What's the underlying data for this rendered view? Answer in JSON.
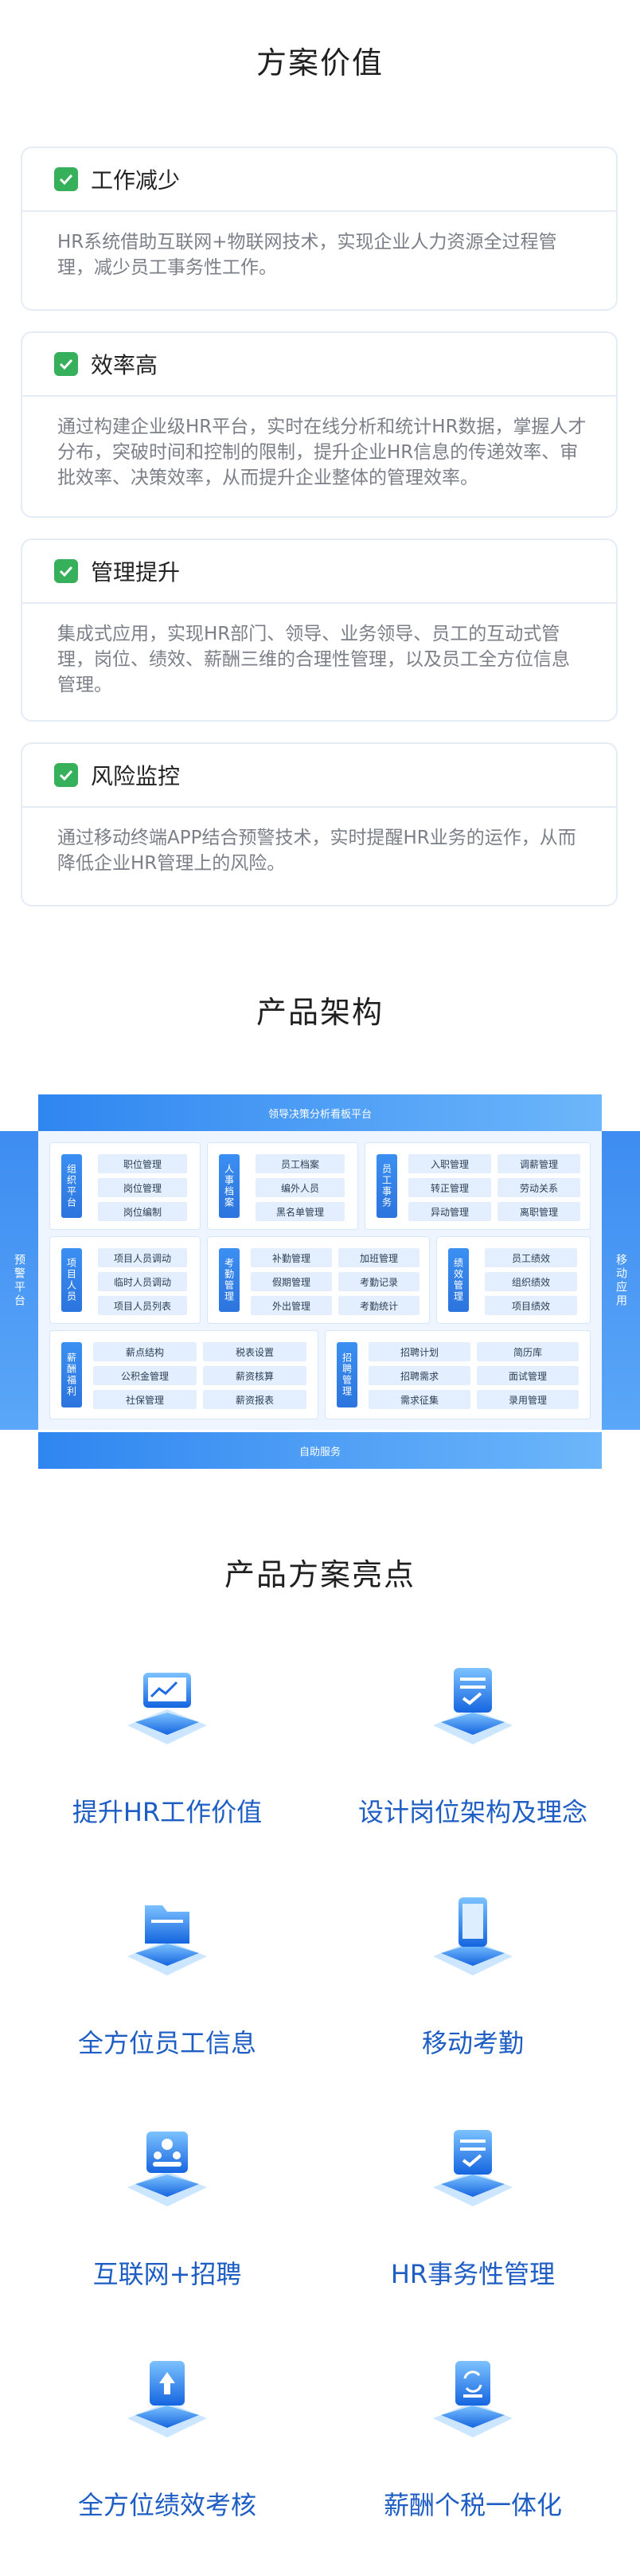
{
  "value_section": {
    "title": "方案价值",
    "cards": [
      {
        "title": "工作减少",
        "text": "HR系统借助互联网+物联网技术，实现企业人力资源全过程管理，减少员工事务性工作。"
      },
      {
        "title": "效率高",
        "text": "通过构建企业级HR平台，实时在线分析和统计HR数据，掌握人才分布，突破时间和控制的限制，提升企业HR信息的传递效率、审批效率、决策效率，从而提升企业整体的管理效率。"
      },
      {
        "title": "管理提升",
        "text": "集成式应用，实现HR部门、领导、业务领导、员工的互动式管理，岗位、绩效、薪酬三维的合理性管理，以及员工全方位信息管理。"
      },
      {
        "title": "风险监控",
        "text": "通过移动终端APP结合预警技术，实时提醒HR业务的运作，从而降低企业HR管理上的风险。"
      }
    ]
  },
  "arch_section": {
    "title": "产品架构",
    "top_bar": "领导决策分析看板平台",
    "bottom_bar": "自助服务",
    "left_side": "预警平台",
    "right_side": "移动应用",
    "groups": [
      {
        "label": "组织平台",
        "items": [
          "职位管理",
          "岗位管理",
          "岗位编制"
        ]
      },
      {
        "label": "人事档案",
        "items": [
          "员工档案",
          "编外人员",
          "黑名单管理"
        ]
      },
      {
        "label": "员工事务",
        "items": [
          "入职管理",
          "调薪管理",
          "转正管理",
          "劳动关系",
          "异动管理",
          "离职管理"
        ]
      },
      {
        "label": "项目人员",
        "items": [
          "项目人员调动",
          "临时人员调动",
          "项目人员列表"
        ]
      },
      {
        "label": "考勤管理",
        "items": [
          "补勤管理",
          "加班管理",
          "假期管理",
          "考勤记录",
          "外出管理",
          "考勤统计"
        ]
      },
      {
        "label": "绩效管理",
        "items": [
          "员工绩效",
          "组织绩效",
          "项目绩效"
        ]
      },
      {
        "label": "薪酬福利",
        "items": [
          "薪点结构",
          "税表设置",
          "公积金管理",
          "薪资核算",
          "社保管理",
          "薪资报表"
        ]
      },
      {
        "label": "招聘管理",
        "items": [
          "招聘计划",
          "简历库",
          "招聘需求",
          "面试管理",
          "需求征集",
          "录用管理"
        ]
      }
    ]
  },
  "highlights_section": {
    "title": "产品方案亮点",
    "items": [
      {
        "label": "提升HR工作价值",
        "icon": "presentation-chart-icon"
      },
      {
        "label": "设计岗位架构及理念",
        "icon": "clipboard-check-icon"
      },
      {
        "label": "全方位员工信息",
        "icon": "folder-icon"
      },
      {
        "label": "移动考勤",
        "icon": "mobile-phone-icon"
      },
      {
        "label": "互联网+招聘",
        "icon": "team-recruit-icon"
      },
      {
        "label": "HR事务性管理",
        "icon": "clipboard-check-icon"
      },
      {
        "label": "全方位绩效考核",
        "icon": "document-upload-icon"
      },
      {
        "label": "薪酬个税一体化",
        "icon": "refresh-document-icon"
      }
    ]
  },
  "colors": {
    "accent": "#2f86f0",
    "check": "#36b05a",
    "highlight_text": "#1e5ec4"
  }
}
